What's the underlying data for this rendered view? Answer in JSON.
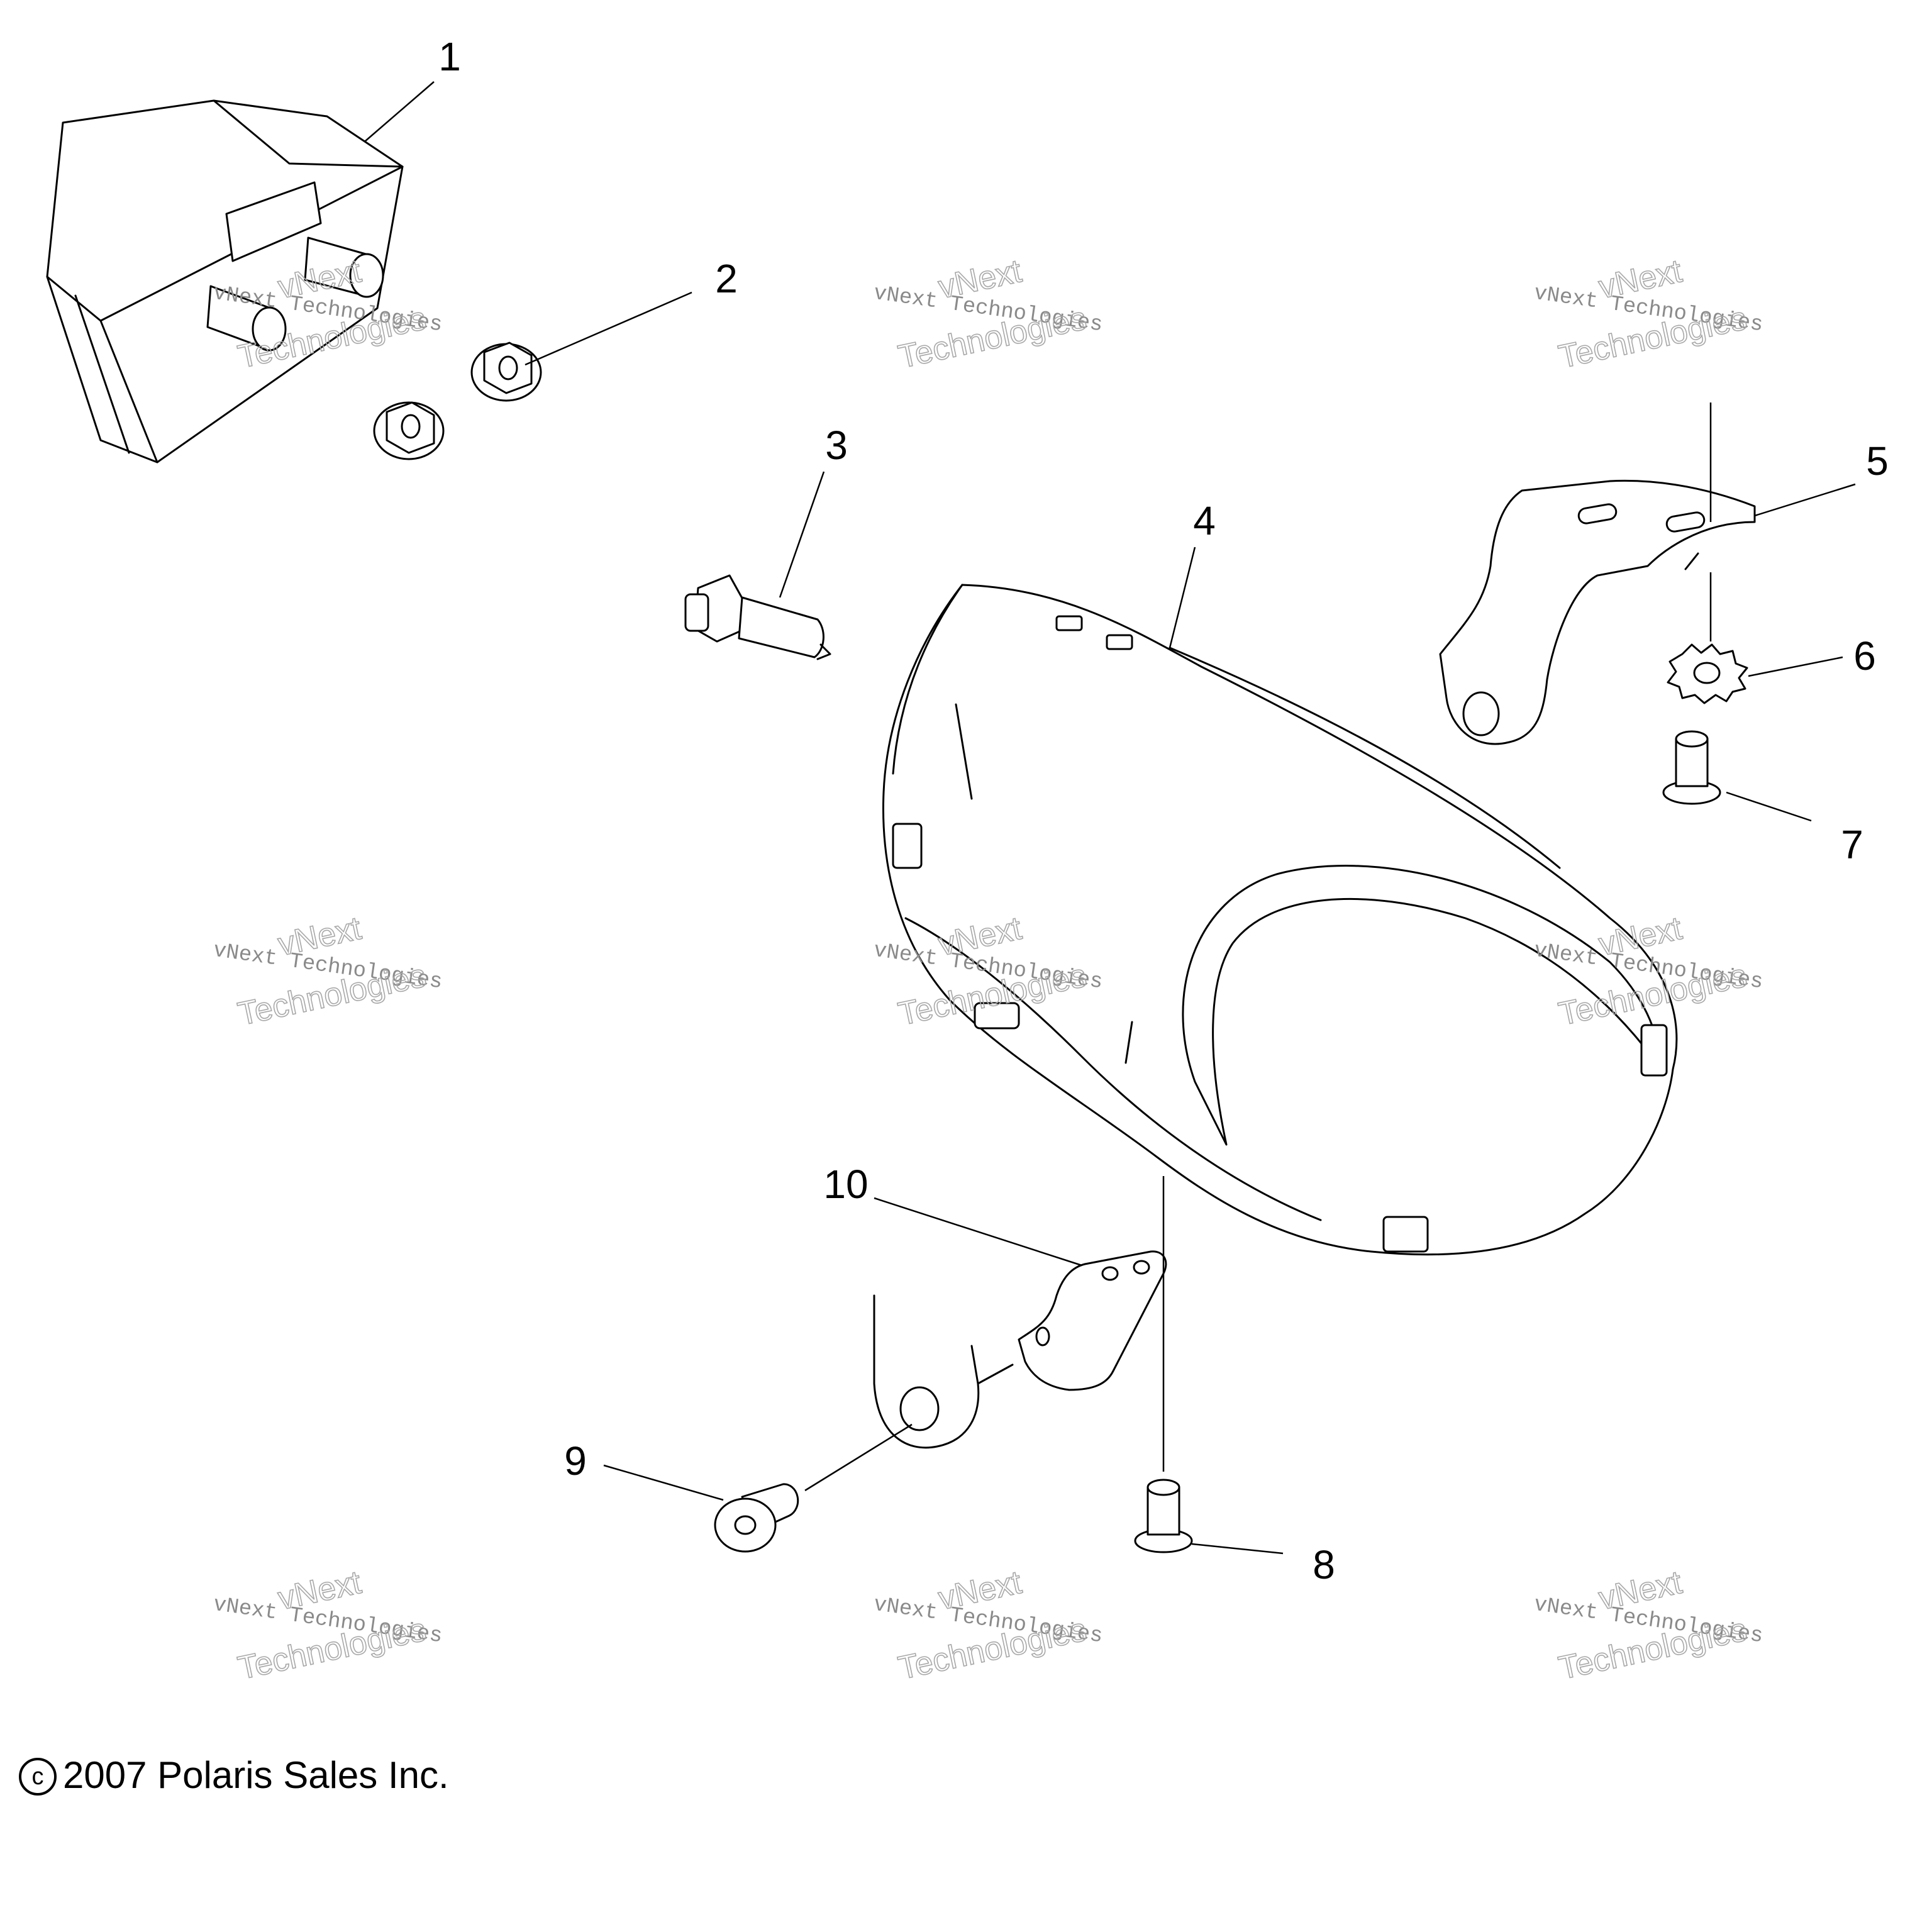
{
  "diagram": {
    "callouts": [
      "1",
      "2",
      "3",
      "4",
      "5",
      "6",
      "7",
      "8",
      "9",
      "10"
    ],
    "watermark": {
      "line1": "vNext Technologies",
      "line2": "vNext",
      "line3": "Technologies"
    },
    "copyright": {
      "symbol": "c",
      "text": "2007 Polaris Sales Inc."
    }
  }
}
